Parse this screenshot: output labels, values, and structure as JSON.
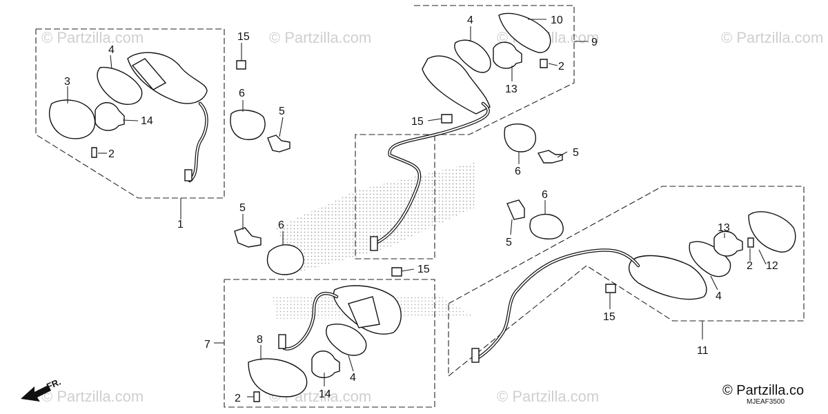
{
  "watermark": {
    "text": "© Partzilla.com"
  },
  "copyright": {
    "text": "© Partzilla.co"
  },
  "diagram_code": "MJEAF3500",
  "direction_label": "FR.",
  "callouts": {
    "c1": "1",
    "c2a": "2",
    "c2b": "2",
    "c2c": "2",
    "c2d": "2",
    "c3": "3",
    "c4a": "4",
    "c4b": "4",
    "c4c": "4",
    "c4d": "4",
    "c5a": "5",
    "c5b": "5",
    "c5c": "5",
    "c5d": "5",
    "c6a": "6",
    "c6b": "6",
    "c6c": "6",
    "c6d": "6",
    "c7": "7",
    "c8": "8",
    "c9": "9",
    "c10": "10",
    "c11": "11",
    "c12": "12",
    "c13a": "13",
    "c13b": "13",
    "c14a": "14",
    "c14b": "14",
    "c15a": "15",
    "c15b": "15",
    "c15c": "15",
    "c15d": "15"
  }
}
